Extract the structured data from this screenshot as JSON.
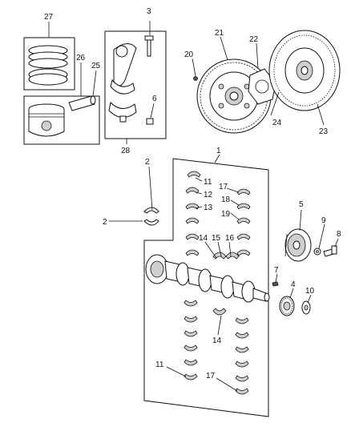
{
  "callouts": {
    "c1": "1",
    "c2a": "2",
    "c2b": "2",
    "c3": "3",
    "c4": "4",
    "c5": "5",
    "c6": "6",
    "c7": "7",
    "c8": "8",
    "c9": "9",
    "c10": "10",
    "c11a": "11",
    "c11b": "11",
    "c12": "12",
    "c13": "13",
    "c14a": "14",
    "c14b": "14",
    "c15": "15",
    "c16": "16",
    "c17a": "17",
    "c17b": "17",
    "c18": "18",
    "c19": "19",
    "c20": "20",
    "c21": "21",
    "c22": "22",
    "c23": "23",
    "c24": "24",
    "c25": "25",
    "c26": "26",
    "c27": "27",
    "c28": "28"
  }
}
